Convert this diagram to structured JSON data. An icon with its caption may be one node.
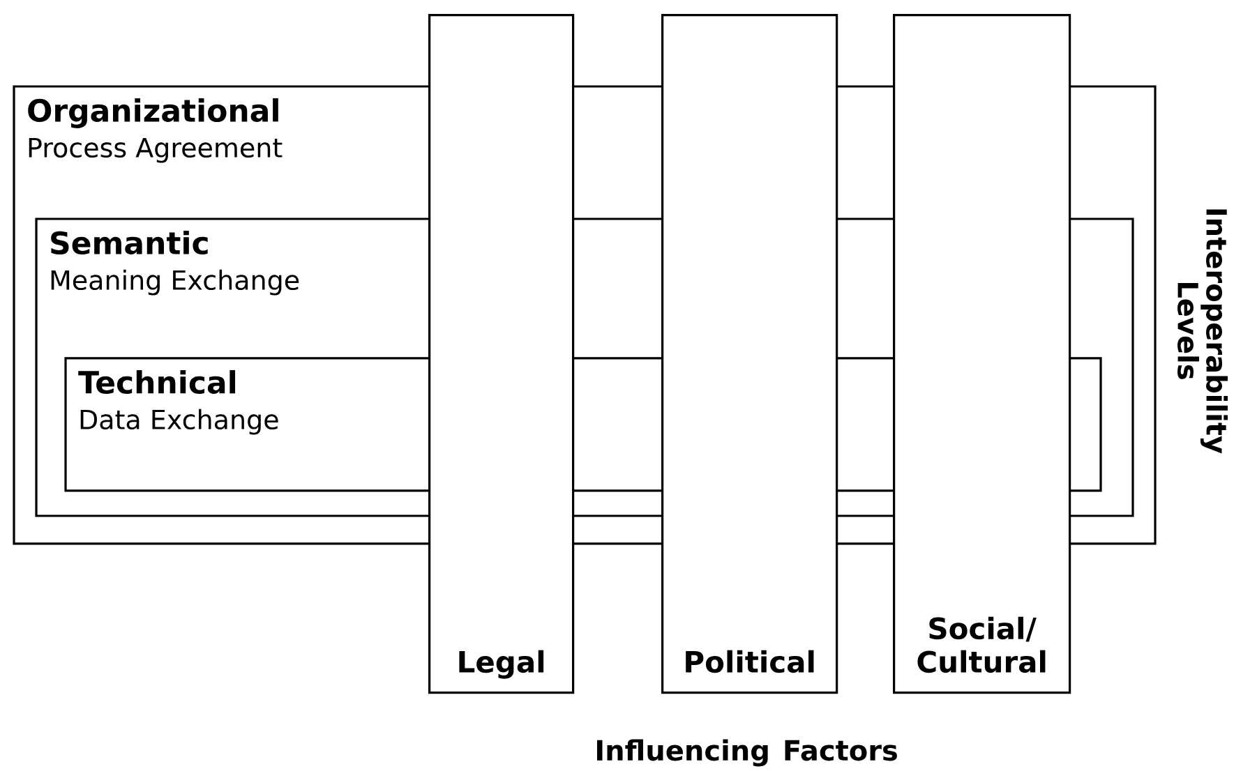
{
  "diagram": {
    "nodes": [
      {
        "text": [
          "Organizational",
          "Process Agreement"
        ]
      },
      {
        "text": [
          "Semantic",
          "Meaning Exchange"
        ],
        "in": 0
      },
      {
        "text": [
          "Technical",
          "Data Exchange"
        ],
        "in": 1
      },
      {
        "text": [
          "Legal"
        ]
      },
      {
        "text": [
          "Political"
        ]
      },
      {
        "text": [
          "Social/ Cultural"
        ]
      }
    ],
    "labels": [
      "Interoperability Levels",
      "Influencing Factors"
    ]
  }
}
